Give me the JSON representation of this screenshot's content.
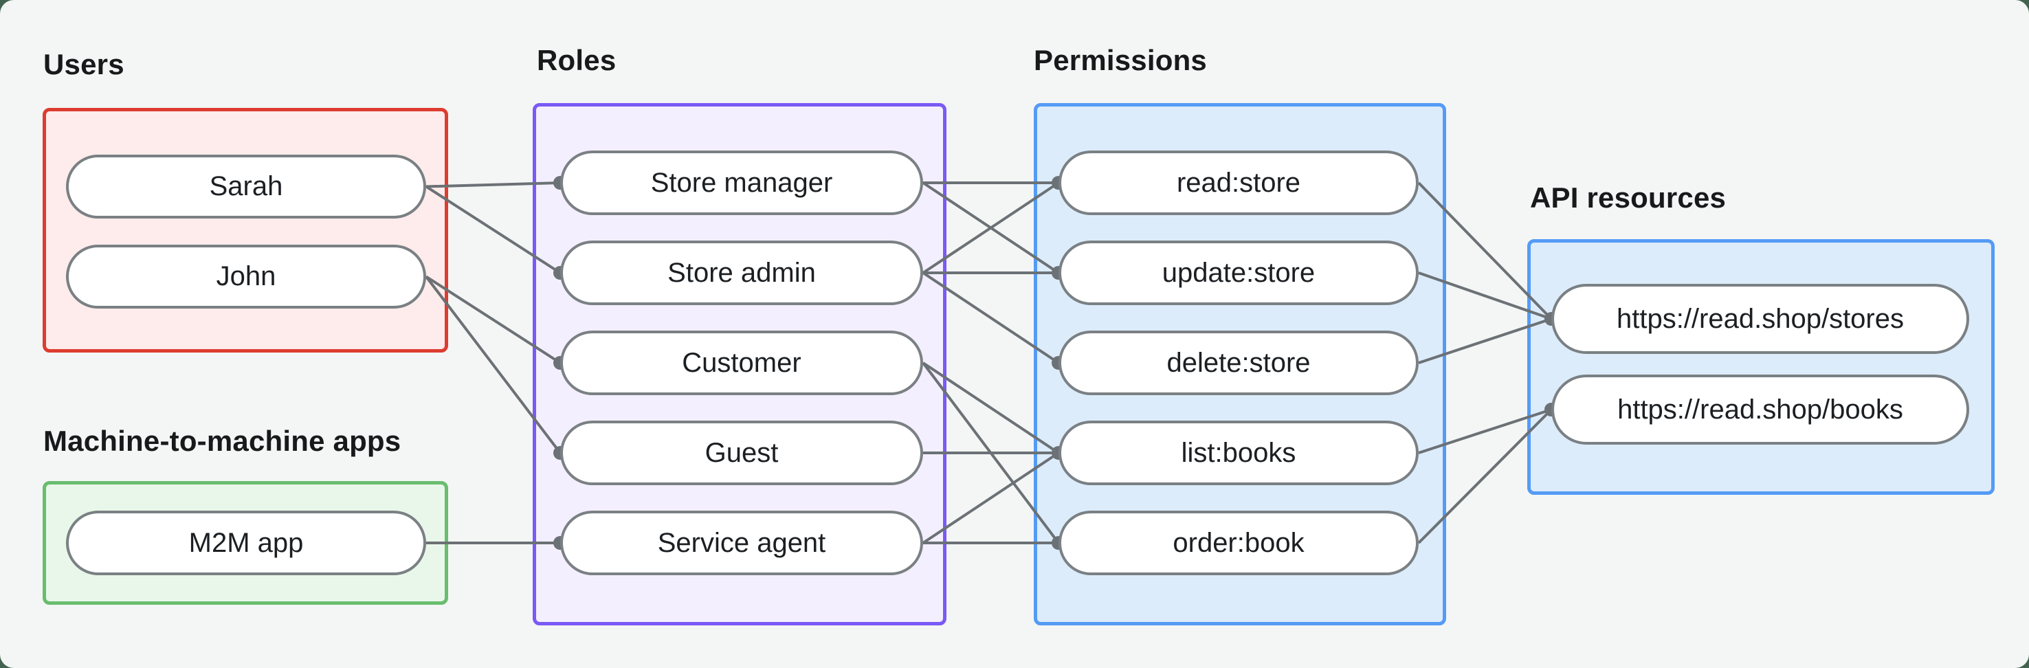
{
  "diagram": {
    "groups": [
      {
        "id": "users",
        "label": "Users",
        "border_color": "#dd3c31",
        "fill_color": "#fdeceb"
      },
      {
        "id": "m2m",
        "label": "Machine-to-machine apps",
        "border_color": "#69bd6e",
        "fill_color": "#e9f7ea"
      },
      {
        "id": "roles",
        "label": "Roles",
        "border_color": "#7a5af5",
        "fill_color": "#f4effe"
      },
      {
        "id": "permissions",
        "label": "Permissions",
        "border_color": "#549bf5",
        "fill_color": "#dcecfb"
      },
      {
        "id": "api",
        "label": "API resources",
        "border_color": "#549bf5",
        "fill_color": "#dcecfb"
      }
    ],
    "nodes": [
      {
        "id": "sarah",
        "group": "users",
        "label": "Sarah"
      },
      {
        "id": "john",
        "group": "users",
        "label": "John"
      },
      {
        "id": "m2m_app",
        "group": "m2m",
        "label": "M2M app"
      },
      {
        "id": "store_manager",
        "group": "roles",
        "label": "Store manager"
      },
      {
        "id": "store_admin",
        "group": "roles",
        "label": "Store admin"
      },
      {
        "id": "customer",
        "group": "roles",
        "label": "Customer"
      },
      {
        "id": "guest",
        "group": "roles",
        "label": "Guest"
      },
      {
        "id": "service_agent",
        "group": "roles",
        "label": "Service agent"
      },
      {
        "id": "read_store",
        "group": "permissions",
        "label": "read:store"
      },
      {
        "id": "update_store",
        "group": "permissions",
        "label": "update:store"
      },
      {
        "id": "delete_store",
        "group": "permissions",
        "label": "delete:store"
      },
      {
        "id": "list_books",
        "group": "permissions",
        "label": "list:books"
      },
      {
        "id": "order_book",
        "group": "permissions",
        "label": "order:book"
      },
      {
        "id": "stores",
        "group": "api",
        "label": "https://read.shop/stores"
      },
      {
        "id": "books",
        "group": "api",
        "label": "https://read.shop/books"
      }
    ],
    "edges": [
      {
        "from": "sarah",
        "to": "store_manager"
      },
      {
        "from": "sarah",
        "to": "store_admin"
      },
      {
        "from": "john",
        "to": "customer"
      },
      {
        "from": "john",
        "to": "guest"
      },
      {
        "from": "m2m_app",
        "to": "service_agent"
      },
      {
        "from": "store_manager",
        "to": "read_store"
      },
      {
        "from": "store_manager",
        "to": "update_store"
      },
      {
        "from": "store_admin",
        "to": "read_store"
      },
      {
        "from": "store_admin",
        "to": "update_store"
      },
      {
        "from": "store_admin",
        "to": "delete_store"
      },
      {
        "from": "customer",
        "to": "list_books"
      },
      {
        "from": "customer",
        "to": "order_book"
      },
      {
        "from": "guest",
        "to": "list_books"
      },
      {
        "from": "service_agent",
        "to": "list_books"
      },
      {
        "from": "service_agent",
        "to": "order_book"
      },
      {
        "from": "read_store",
        "to": "stores"
      },
      {
        "from": "update_store",
        "to": "stores"
      },
      {
        "from": "delete_store",
        "to": "stores"
      },
      {
        "from": "list_books",
        "to": "books"
      },
      {
        "from": "order_book",
        "to": "books"
      }
    ],
    "colors": {
      "canvas_background": "#f4f6f5",
      "outer_background": "#42634f",
      "connector_line": "#6b7175",
      "connector_dot": "#6b7175",
      "node_border": "#7a8083",
      "node_fill": "#ffffff",
      "label_text": "#17191b",
      "node_text": "#1c1f22"
    }
  }
}
